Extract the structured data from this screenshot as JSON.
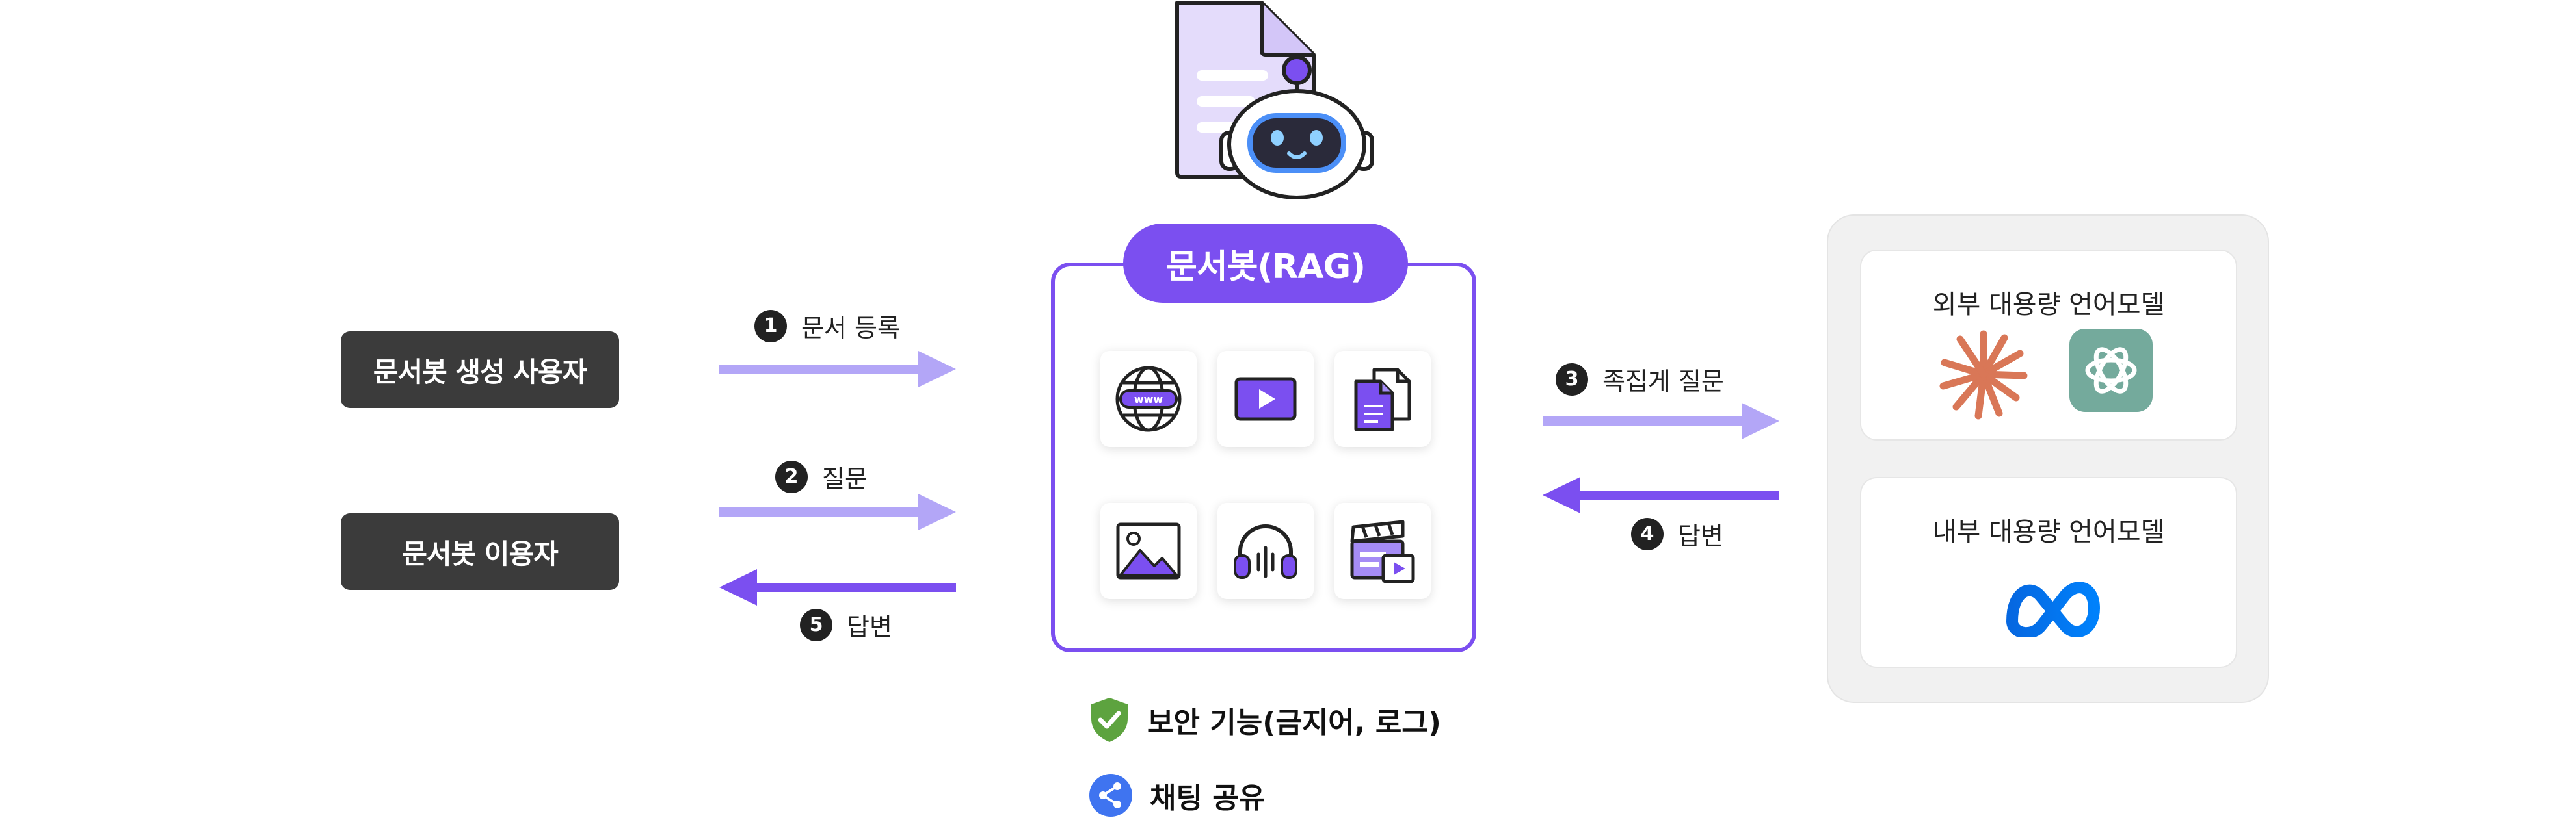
{
  "users": {
    "creator": "문서봇 생성 사용자",
    "user": "문서봇 이용자"
  },
  "steps": [
    {
      "num": "1",
      "label": "문서 등록"
    },
    {
      "num": "2",
      "label": "질문"
    },
    {
      "num": "3",
      "label": "족집게 질문"
    },
    {
      "num": "4",
      "label": "답변"
    },
    {
      "num": "5",
      "label": "답변"
    }
  ],
  "rag": {
    "title": "문서봇(RAG)",
    "tiles": [
      "web-icon",
      "video-icon",
      "document-icon",
      "image-icon",
      "audio-icon",
      "clapperboard-icon"
    ]
  },
  "features": [
    {
      "icon": "shield-check-icon",
      "label": "보안 기능(금지어, 로그)"
    },
    {
      "icon": "share-icon",
      "label": "채팅 공유"
    }
  ],
  "models": {
    "external": {
      "title": "외부 대용량 언어모델",
      "logos": [
        "claude-logo",
        "openai-logo"
      ]
    },
    "internal": {
      "title": "내부 대용량 언어모델",
      "logos": [
        "meta-logo"
      ]
    }
  },
  "colors": {
    "accent": "#7b4ff0",
    "arrow_light": "#b3a6f7",
    "arrow_dark": "#7b4ff0",
    "user_box": "#3b3b3b"
  }
}
